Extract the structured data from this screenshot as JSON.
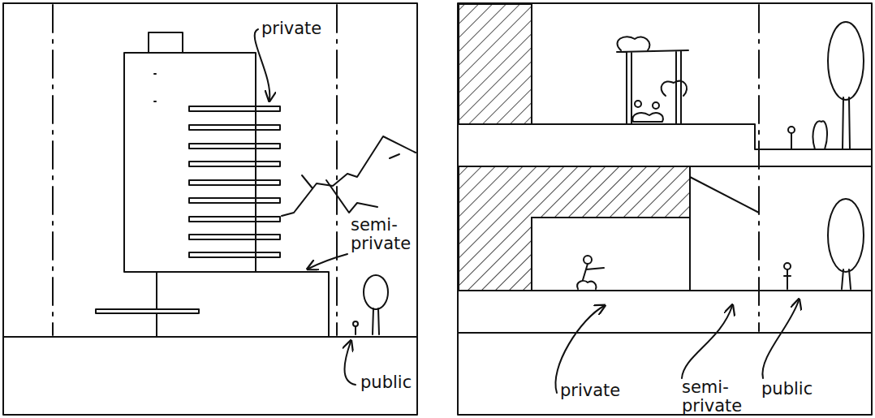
{
  "diagram": {
    "labels": [
      "private",
      "semi- private",
      "public",
      "private",
      "semi- private",
      "public"
    ]
  }
}
